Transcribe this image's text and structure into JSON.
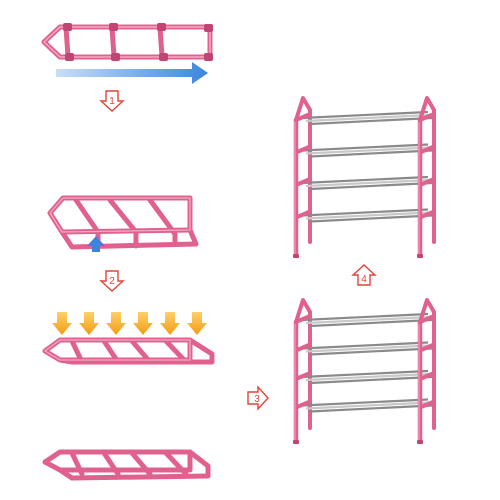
{
  "colors": {
    "frame": "#e0608e",
    "frame_dark": "#c04474",
    "frame_light": "#f3a9c4",
    "rod": "#8a8a8a",
    "rod_light": "#c8c8c8",
    "step_arrow": "#e2453a",
    "direction_arrow": "#3a86dd",
    "press_arrow": "#f39c12",
    "background": "#ffffff"
  },
  "steps": [
    {
      "label": "1"
    },
    {
      "label": "2"
    },
    {
      "label": "3"
    },
    {
      "label": "4"
    }
  ],
  "icons": {
    "step_arrow": "hollow-arrow-icon",
    "direction": "blue-arrow-icon",
    "press": "orange-down-arrow-icon"
  },
  "press_arrow_count": 6,
  "racks": {
    "partial_tiers": 4,
    "complete_tiers": 4
  }
}
